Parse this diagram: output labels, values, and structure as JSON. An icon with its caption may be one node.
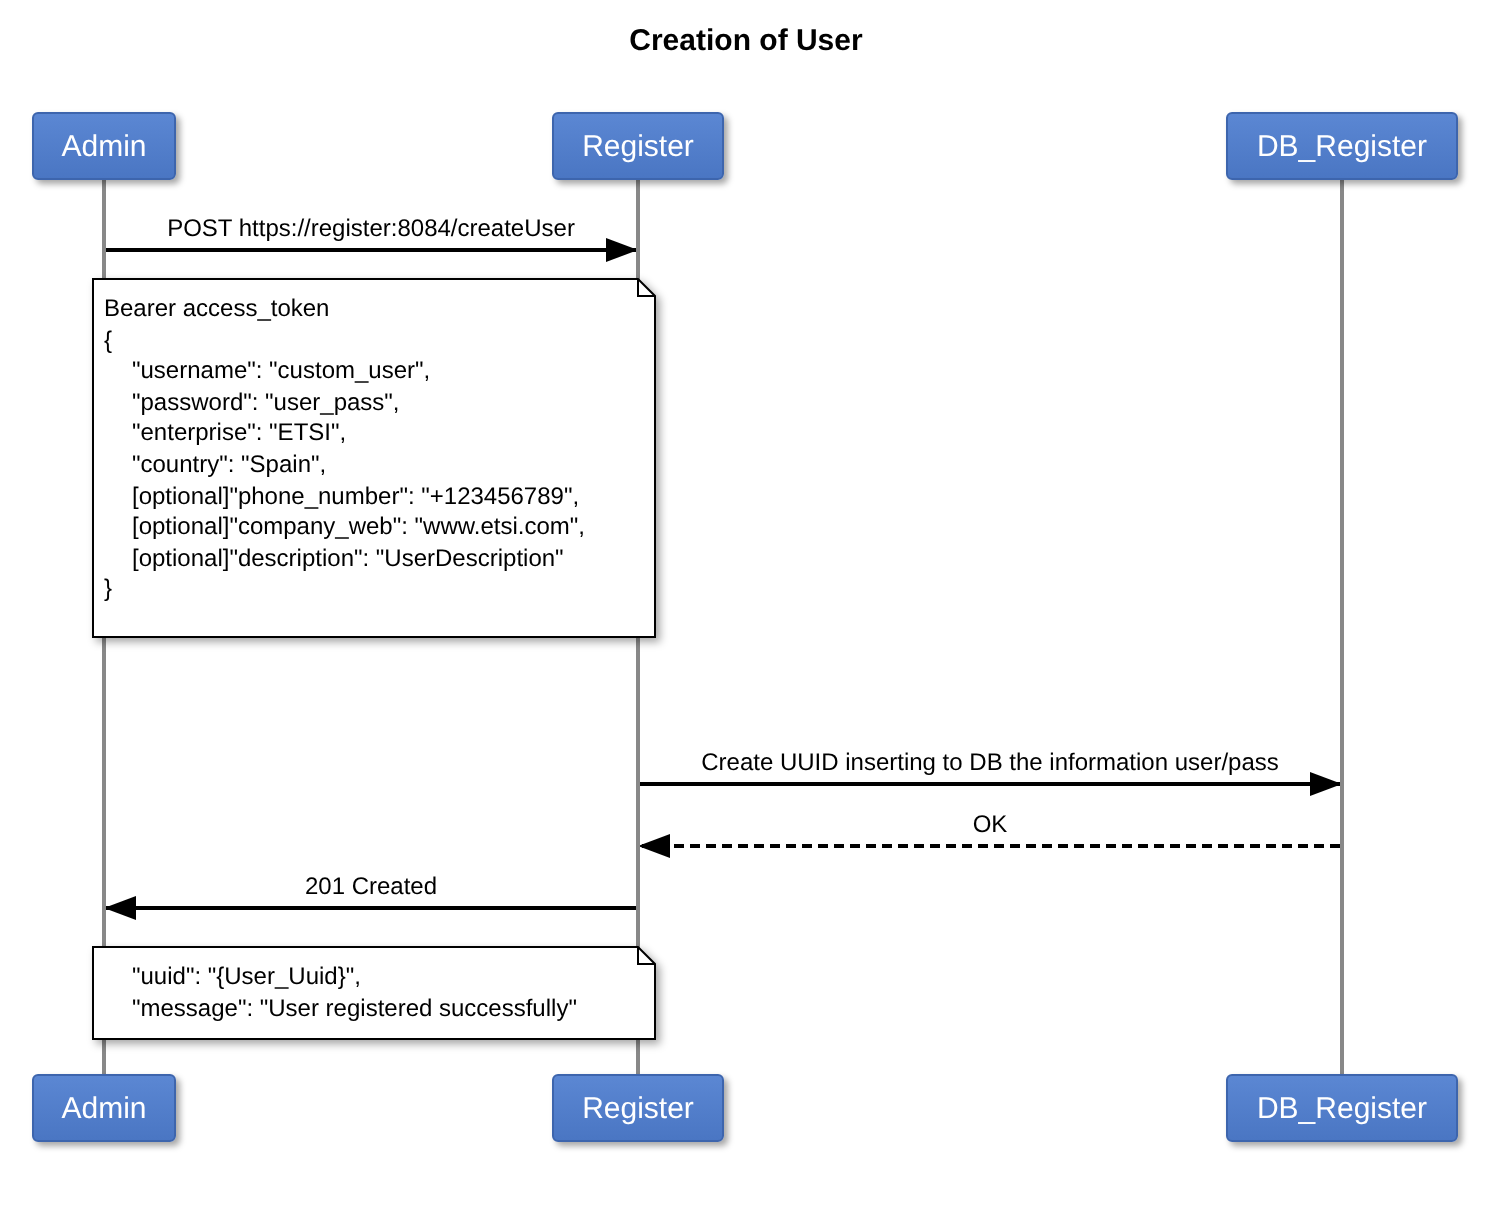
{
  "diagram": {
    "title": "Creation of User",
    "nodes": [
      {
        "text": [
          "Admin"
        ]
      },
      {
        "text": [
          "Register"
        ]
      },
      {
        "text": [
          "DB_Register"
        ]
      },
      {
        "text": [
          "Bearer access_token",
          "{",
          "\"username\": \"custom_user\",",
          "\"password\": \"user_pass\",",
          "\"enterprise\": \"ETSI\",",
          "\"country\": \"Spain\",",
          "[optional]\"phone_number\": \"+123456789\",",
          "[optional]\"company_web\": \"www.etsi.com\",",
          "[optional]\"description\": \"UserDescription\"",
          "}"
        ]
      },
      {
        "text": [
          "\"uuid\": \"{User_Uuid}\",",
          "\"message\": \"User registered successfully\""
        ]
      },
      {
        "text": [
          "Admin"
        ]
      },
      {
        "text": [
          "Register"
        ]
      },
      {
        "text": [
          "DB_Register"
        ]
      },
      {
        "text": [],
        "shape": "bar"
      },
      {
        "text": [],
        "shape": "bar"
      },
      {
        "text": [],
        "shape": "bar"
      }
    ],
    "edges": [
      {
        "from": 8,
        "to": 9,
        "arrow": "to",
        "label": "POST https://register:8084/createUser"
      },
      {
        "from": 9,
        "to": 10,
        "arrow": "to",
        "label": "Create UUID inserting to DB the information user/pass"
      },
      {
        "from": 10,
        "to": 9,
        "arrow": "to",
        "style": "dashed",
        "label": "OK"
      },
      {
        "from": 9,
        "to": 8,
        "arrow": "to",
        "label": "201 Created"
      }
    ]
  }
}
